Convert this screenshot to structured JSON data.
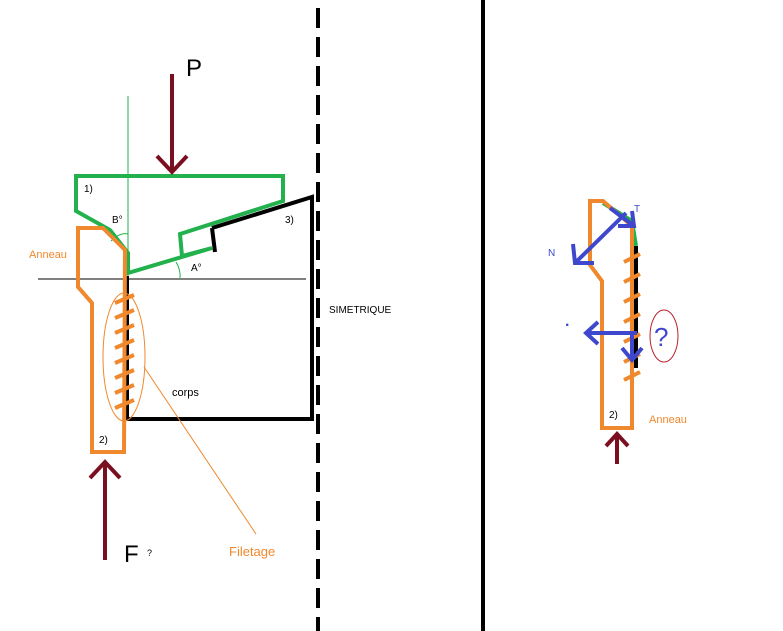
{
  "labels": {
    "force_p": "P",
    "force_f": "F",
    "f_question": "?",
    "part_1": "1)",
    "part_2": "2)",
    "part_3": "3)",
    "angle_b": "B°",
    "angle_a": "A°",
    "anneau": "Anneau",
    "corps": "corps",
    "filetage": "Filetage",
    "symetrique": "SIMETRIQUE",
    "force_n": "N",
    "force_t": "T",
    "part_2_right": "2)",
    "anneau_right": "Anneau",
    "question_mark": "?",
    "dot": "·"
  },
  "colors": {
    "green": "#22b14c",
    "orange": "#f0882d",
    "black": "#000000",
    "maroon": "#7a0f1f",
    "blue": "#3f48cc",
    "red_circle": "#b81f2a"
  }
}
